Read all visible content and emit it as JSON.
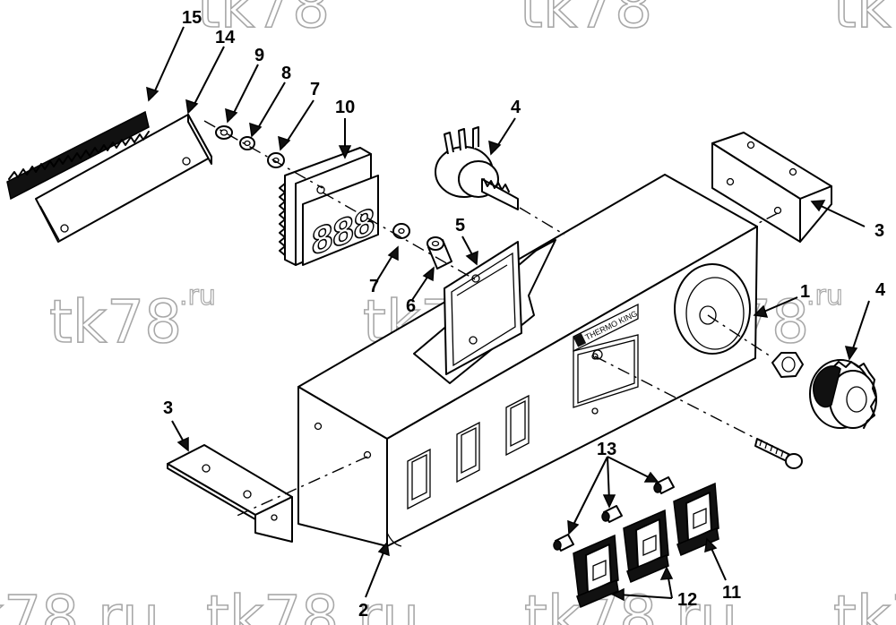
{
  "diagram": {
    "callouts": [
      "1",
      "2",
      "3",
      "3",
      "4",
      "4",
      "5",
      "6",
      "7",
      "7",
      "8",
      "9",
      "10",
      "11",
      "12",
      "13",
      "14",
      "15"
    ],
    "brand_label": "THERMO KING",
    "display_digits": "888"
  },
  "watermarks": {
    "text": "tk78",
    "suffix": ".ru",
    "full": "tk78.ru"
  }
}
